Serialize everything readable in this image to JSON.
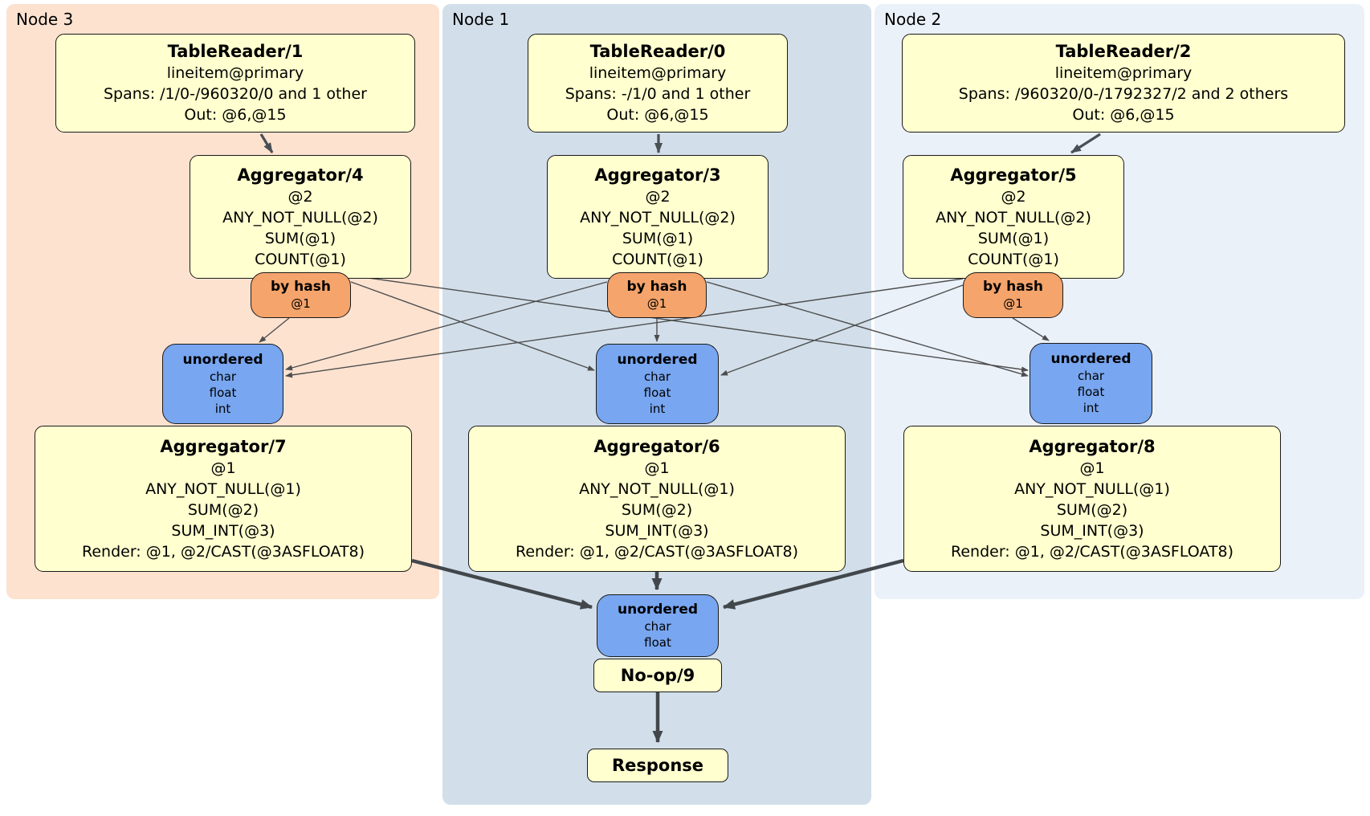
{
  "regions": {
    "node3": {
      "label": "Node 3"
    },
    "node1": {
      "label": "Node 1"
    },
    "node2": {
      "label": "Node 2"
    }
  },
  "processors": {
    "tr1": {
      "title": "TableReader/1",
      "lines": [
        "lineitem@primary",
        "Spans: /1/0-/960320/0 and 1 other",
        "Out: @6,@15"
      ]
    },
    "tr0": {
      "title": "TableReader/0",
      "lines": [
        "lineitem@primary",
        "Spans: -/1/0 and 1 other",
        "Out: @6,@15"
      ]
    },
    "tr2": {
      "title": "TableReader/2",
      "lines": [
        "lineitem@primary",
        "Spans: /960320/0-/1792327/2 and 2 others",
        "Out: @6,@15"
      ]
    },
    "agg4": {
      "title": "Aggregator/4",
      "lines": [
        "@2",
        "ANY_NOT_NULL(@2)",
        "SUM(@1)",
        "COUNT(@1)"
      ]
    },
    "agg3": {
      "title": "Aggregator/3",
      "lines": [
        "@2",
        "ANY_NOT_NULL(@2)",
        "SUM(@1)",
        "COUNT(@1)"
      ]
    },
    "agg5": {
      "title": "Aggregator/5",
      "lines": [
        "@2",
        "ANY_NOT_NULL(@2)",
        "SUM(@1)",
        "COUNT(@1)"
      ]
    },
    "agg7": {
      "title": "Aggregator/7",
      "lines": [
        "@1",
        "ANY_NOT_NULL(@1)",
        "SUM(@2)",
        "SUM_INT(@3)",
        "Render: @1, @2/CAST(@3ASFLOAT8)"
      ]
    },
    "agg6": {
      "title": "Aggregator/6",
      "lines": [
        "@1",
        "ANY_NOT_NULL(@1)",
        "SUM(@2)",
        "SUM_INT(@3)",
        "Render: @1, @2/CAST(@3ASFLOAT8)"
      ]
    },
    "agg8": {
      "title": "Aggregator/8",
      "lines": [
        "@1",
        "ANY_NOT_NULL(@1)",
        "SUM(@2)",
        "SUM_INT(@3)",
        "Render: @1, @2/CAST(@3ASFLOAT8)"
      ]
    },
    "noop": {
      "title": "No-op/9"
    },
    "response": {
      "title": "Response"
    }
  },
  "routers": {
    "hash3": {
      "title": "by hash",
      "lines": [
        "@1"
      ]
    },
    "hash1": {
      "title": "by hash",
      "lines": [
        "@1"
      ]
    },
    "hash2": {
      "title": "by hash",
      "lines": [
        "@1"
      ]
    }
  },
  "syncs": {
    "un3": {
      "title": "unordered",
      "lines": [
        "char",
        "float",
        "int"
      ]
    },
    "un1": {
      "title": "unordered",
      "lines": [
        "char",
        "float",
        "int"
      ]
    },
    "un2": {
      "title": "unordered",
      "lines": [
        "char",
        "float",
        "int"
      ]
    },
    "unFinal": {
      "title": "unordered",
      "lines": [
        "char",
        "float"
      ]
    }
  },
  "colors": {
    "region_node3": "#fde2d0",
    "region_node1": "#d2dfea",
    "region_node2": "#ebf1f9",
    "processor_fill": "#ffffcf",
    "router_fill": "#f5a46b",
    "sync_fill": "#78a6f0",
    "box_border": "#1a1a1a"
  }
}
